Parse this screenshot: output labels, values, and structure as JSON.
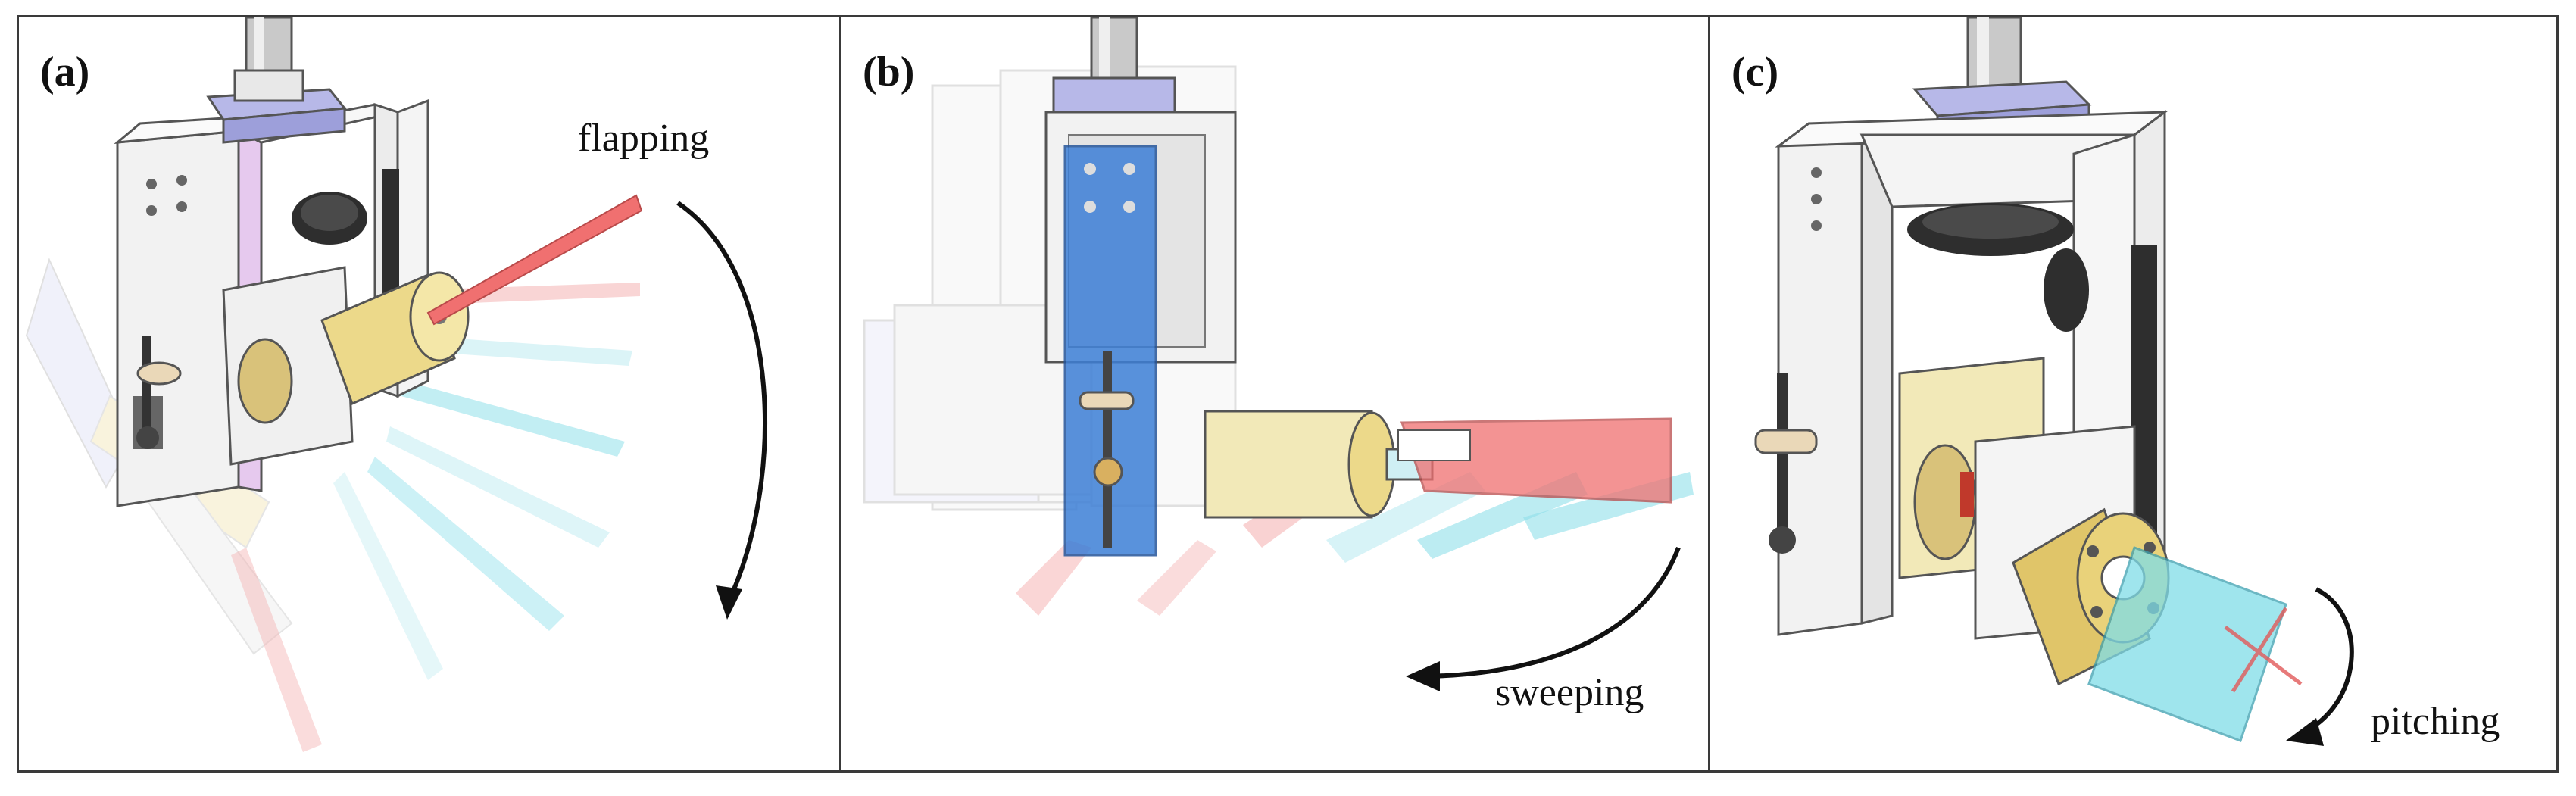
{
  "figure": {
    "panels": [
      {
        "label": "(a)",
        "motion": "flapping"
      },
      {
        "label": "(b)",
        "motion": "sweeping"
      },
      {
        "label": "(c)",
        "motion": "pitching"
      }
    ],
    "colors": {
      "frame_body": "#f2f2f2",
      "frame_edge": "#555555",
      "violet_side": "#e6c9ee",
      "cap": "#b7b8e8",
      "shaft": "#c9c9c9",
      "motor_gold": "#e9d27a",
      "wing_red": "#f07070",
      "wing_cyan": "#7fdde8",
      "blue_plate": "#3d7fd6",
      "gear_dark": "#2e2e2e"
    }
  }
}
